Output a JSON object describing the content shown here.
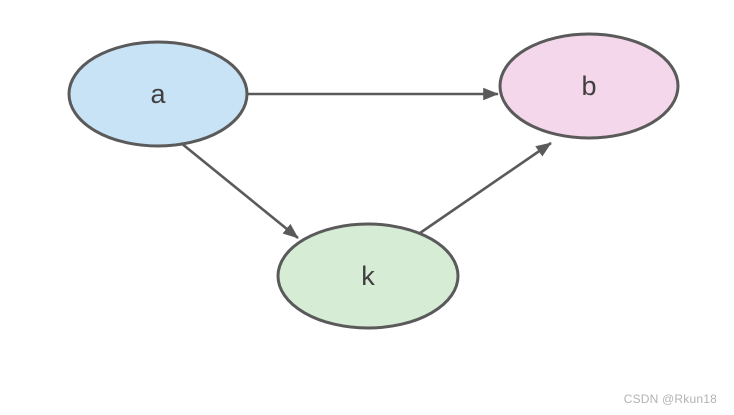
{
  "diagram": {
    "type": "directed-graph",
    "stroke_color": "#5a5a5a",
    "label_color": "#3f3f3f",
    "background": "#ffffff",
    "nodes": [
      {
        "id": "a",
        "label": "a",
        "shape": "ellipse",
        "fill": "#c9e3f6"
      },
      {
        "id": "b",
        "label": "b",
        "shape": "ellipse",
        "fill": "#f4d7eb"
      },
      {
        "id": "k",
        "label": "k",
        "shape": "ellipse",
        "fill": "#d6ecd5"
      }
    ],
    "edges": [
      {
        "from": "a",
        "to": "b",
        "arrow": "end"
      },
      {
        "from": "a",
        "to": "k",
        "arrow": "end"
      },
      {
        "from": "k",
        "to": "b",
        "arrow": "end"
      }
    ]
  },
  "watermark": {
    "text": "CSDN @Rkun18",
    "color": "#b3b3b3"
  }
}
